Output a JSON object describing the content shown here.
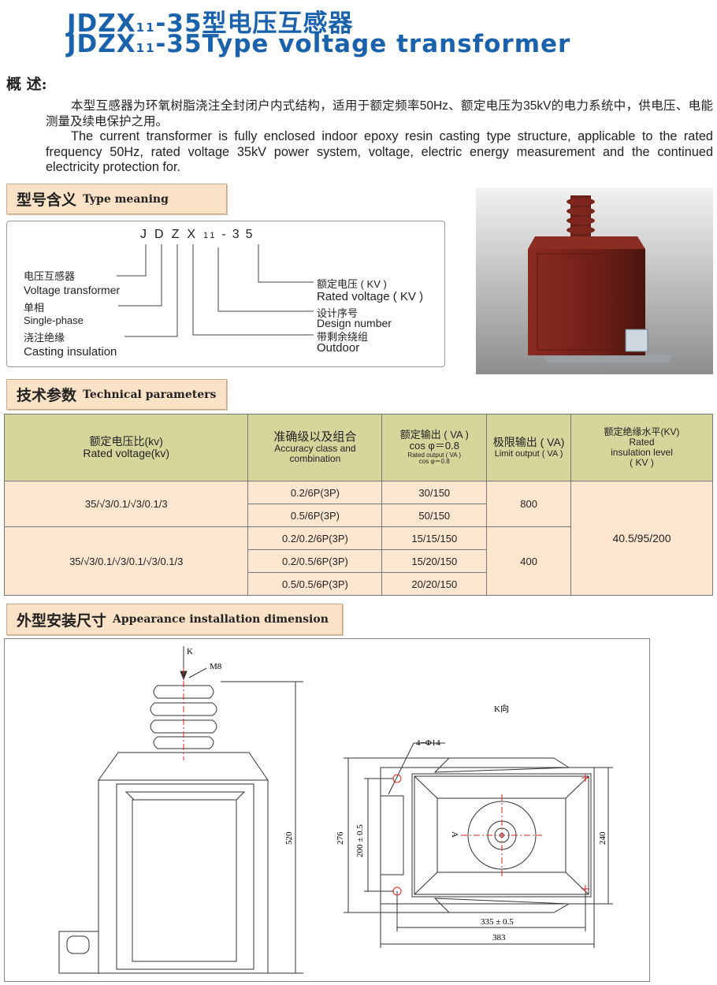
{
  "header": {
    "title_zh_model": "JDZX",
    "title_zh_sub": "11",
    "title_zh_rest": "-35型电压互感器",
    "title_en_model": "JDZX",
    "title_en_sub": "11",
    "title_en_rest": "-35Type voltage transformer"
  },
  "overview": {
    "heading": "概 述:",
    "zh": "本型互感器为环氧树脂浇注全封闭户内式结构，适用于额定频率50Hz、额定电压为35kV的电力系统中，供电压、电能测量及续电保护之用。",
    "en": "The current transformer is fully enclosed indoor epoxy resin casting type structure, applicable to the rated frequency 50Hz, rated voltage 35kV power system, voltage, electric energy measurement and the continued electricity protection for."
  },
  "type_meaning": {
    "heading_zh": "型号含义",
    "heading_en": "Type meaning",
    "code": [
      "J",
      "D",
      "Z",
      "X",
      "11",
      "-",
      "3",
      "5"
    ],
    "left_labels": [
      "电压互感器",
      "Voltage transformer",
      "单相",
      "Single-phase",
      "浇注绝缘",
      "Casting insulation"
    ],
    "right_labels": [
      "额定电压 ( KV )",
      "Rated voltage ( KV )",
      "设计序号",
      "Design number",
      "带剩余绕组",
      "Outdoor"
    ]
  },
  "tech": {
    "heading_zh": "技术参数",
    "heading_en": "Technical parameters",
    "headers": [
      {
        "zh": "额定电压比(kv)",
        "en": "Rated voltage(kv)"
      },
      {
        "zh": "准确级以及组合",
        "en": "Accuracy class and combination"
      },
      {
        "zh": "额定输出 ( VA )",
        "zh2": "cos φ＝0.8",
        "en": "Rated output ( VA )",
        "en2": "cos φ＝0.8"
      },
      {
        "zh": "极限输出 ( VA)",
        "en": "Limit output ( VA )"
      },
      {
        "zh": "额定绝缘水平(KV)",
        "en": "Rated insulation level ( KV )"
      }
    ],
    "groups": [
      {
        "ratio": "35/√3/0.1/√3/0.1/3",
        "limit": "800",
        "rows": [
          [
            "0.2/6P(3P)",
            "30/150"
          ],
          [
            "0.5/6P(3P)",
            "50/150"
          ]
        ]
      },
      {
        "ratio": "35/√3/0.1/√3/0.1/√3/0.1/3",
        "limit": "400",
        "rows": [
          [
            "0.2/0.2/6P(3P)",
            "15/15/150"
          ],
          [
            "0.2/0.5/6P(3P)",
            "15/20/150"
          ],
          [
            "0.5/0.5/6P(3P)",
            "20/20/150"
          ]
        ]
      }
    ],
    "insulation": "40.5/95/200"
  },
  "dimension": {
    "heading_zh": "外型安装尺寸",
    "heading_en": "Appearance installation dimension",
    "labels": {
      "k": "K",
      "m8": "M8",
      "h520": "520",
      "kview": "K向",
      "holes": "4−Φ14",
      "d276": "276",
      "d200": "200 ± 0.5",
      "d240": "240",
      "d335": "335 ± 0.5",
      "d383": "383",
      "a": "A"
    }
  },
  "colors": {
    "title": "#1b62ad",
    "tab_bg": "#f9e2c6",
    "table_header": "#d5d69c",
    "table_body": "#fde6d0",
    "body_brown": "#7a231c"
  }
}
